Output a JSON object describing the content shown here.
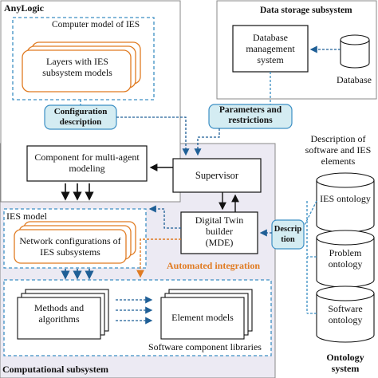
{
  "anylogic": {
    "title": "AnyLogic",
    "computer_model_label": "Computer model of IES",
    "layers_label": "Layers with IES subsystem models",
    "configuration_label": "Configuration description"
  },
  "data_storage": {
    "title": "Data storage subsystem",
    "dbms_label": "Database management system",
    "database_label": "Database",
    "parameters_label": "Parameters and restrictions"
  },
  "computational": {
    "title": "Computational subsystem",
    "multiagent_label": "Component for multi-agent modeling",
    "supervisor_label": "Supervisor",
    "ies_model_label": "IES model",
    "network_config_label": "Network configurations of IES subsystems",
    "dt_builder_line1": "Digital Twin",
    "dt_builder_line2": "builder",
    "dt_builder_line3": "(MDE)",
    "automated_integration_label": "Automated integration",
    "methods_label": "Methods and algorithms",
    "element_models_label": "Element models",
    "libraries_label": "Software component libraries",
    "description_label": "Description"
  },
  "ontology": {
    "title": "Ontology system",
    "header_label": "Description of software and IES elements",
    "ies_ontology": "IES ontology",
    "problem_ontology": "Problem ontology",
    "software_ontology": "Software ontology"
  },
  "colors": {
    "dashed_blue": "#3c8fc4",
    "callout_fill": "#d4ecf2",
    "orange": "#e07b22",
    "computational_bg": "#eceaf3"
  }
}
